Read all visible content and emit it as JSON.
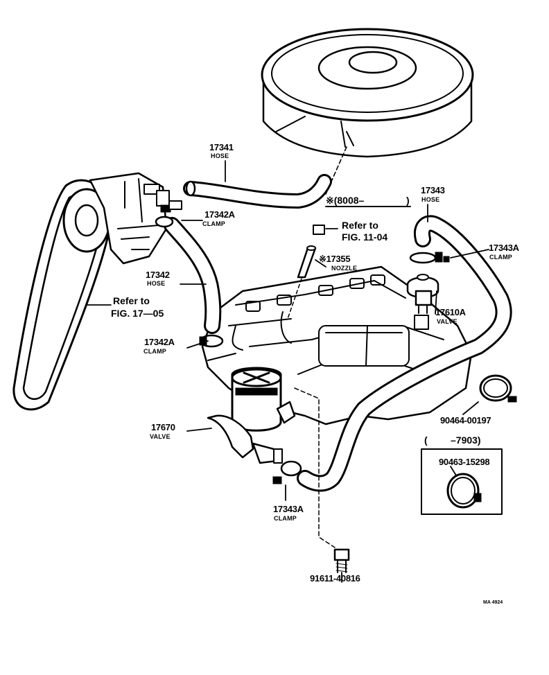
{
  "diagram": {
    "watermark": "MA 4924",
    "parts": [
      {
        "id": "hose-17341",
        "number": "17341",
        "name": "HOSE"
      },
      {
        "id": "clamp-17342a-top",
        "number": "17342A",
        "name": "CLAMP"
      },
      {
        "id": "hose-17342",
        "number": "17342",
        "name": "HOSE"
      },
      {
        "id": "clamp-17342a-low",
        "number": "17342A",
        "name": "CLAMP"
      },
      {
        "id": "hose-17343",
        "number": "17343",
        "name": "HOSE"
      },
      {
        "id": "clamp-17343a-right",
        "number": "17343A",
        "name": "CLAMP"
      },
      {
        "id": "nozzle-17355",
        "number": "※17355",
        "name": "NOZZLE"
      },
      {
        "id": "valve-17610a",
        "number": "17610A",
        "name": "VALVE"
      },
      {
        "id": "valve-17670",
        "number": "17670",
        "name": "VALVE"
      },
      {
        "id": "clamp-17343a-low",
        "number": "17343A",
        "name": "CLAMP"
      },
      {
        "id": "clamp-90464",
        "number": "90464-00197",
        "name": ""
      },
      {
        "id": "clamp-90463",
        "number": "90463-15298",
        "name": ""
      },
      {
        "id": "bolt-91611",
        "number": "91611-40816",
        "name": ""
      }
    ],
    "references": {
      "fig_11_04": {
        "line1": "Refer to",
        "line2": "FIG. 11-04"
      },
      "fig_17_05": {
        "line1": "Refer to",
        "line2": "FIG. 17—05"
      }
    },
    "applicability": {
      "from_8008": "※(8008–",
      "from_8008_close": ")",
      "to_7903_open": "(",
      "to_7903": "–7903)"
    }
  }
}
